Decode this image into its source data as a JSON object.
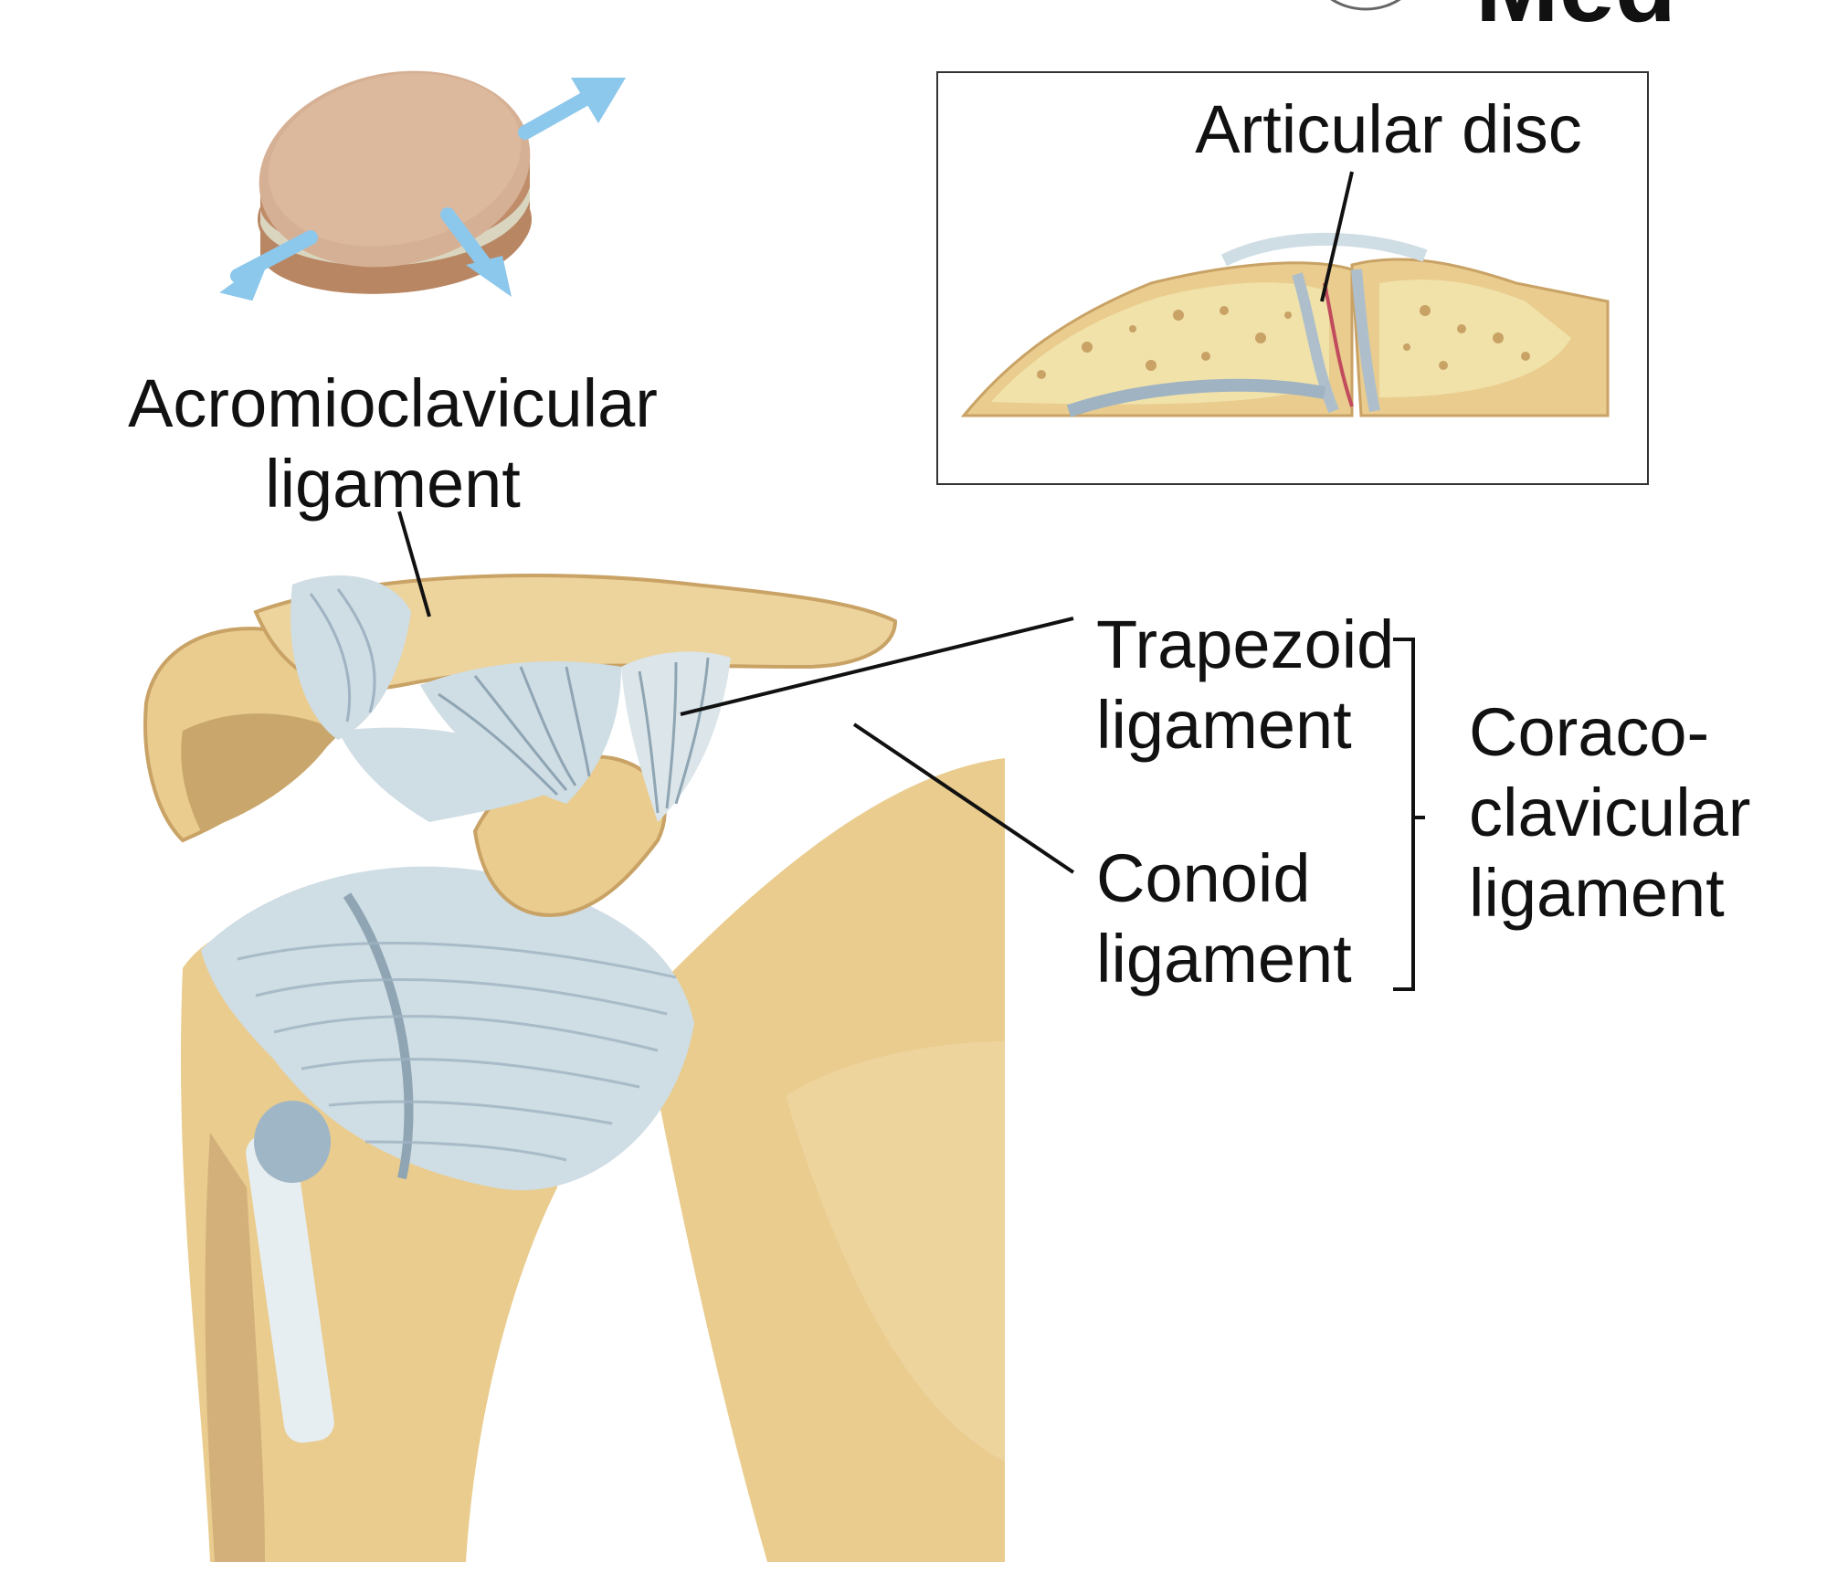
{
  "header": {
    "logo_text": "Med"
  },
  "labels": {
    "acromioclavicular": [
      "Acromioclavicular",
      "ligament"
    ],
    "articular_disc": "Articular disc",
    "trapezoid": [
      "Trapezoid",
      "ligament"
    ],
    "conoid": [
      "Conoid",
      "ligament"
    ],
    "coracoclavicular": [
      "Coraco-",
      "clavicular",
      "ligament"
    ]
  },
  "colors": {
    "bone": "#e9cc8e",
    "bone_shade": "#c9a265",
    "ligament": "#cfdde4",
    "ligament_line": "#8fa5b3",
    "disc_top": "#d6b094",
    "disc_side": "#b98663",
    "disc_layer": "#d9d5bf",
    "arrow": "#8cc7ec",
    "cancellous": "#f1e2aa",
    "cartilage": "#aebfcb"
  },
  "icons": {
    "joint_icon": "plane-joint-disc-with-arrows",
    "seal": "university-seal-icon"
  }
}
